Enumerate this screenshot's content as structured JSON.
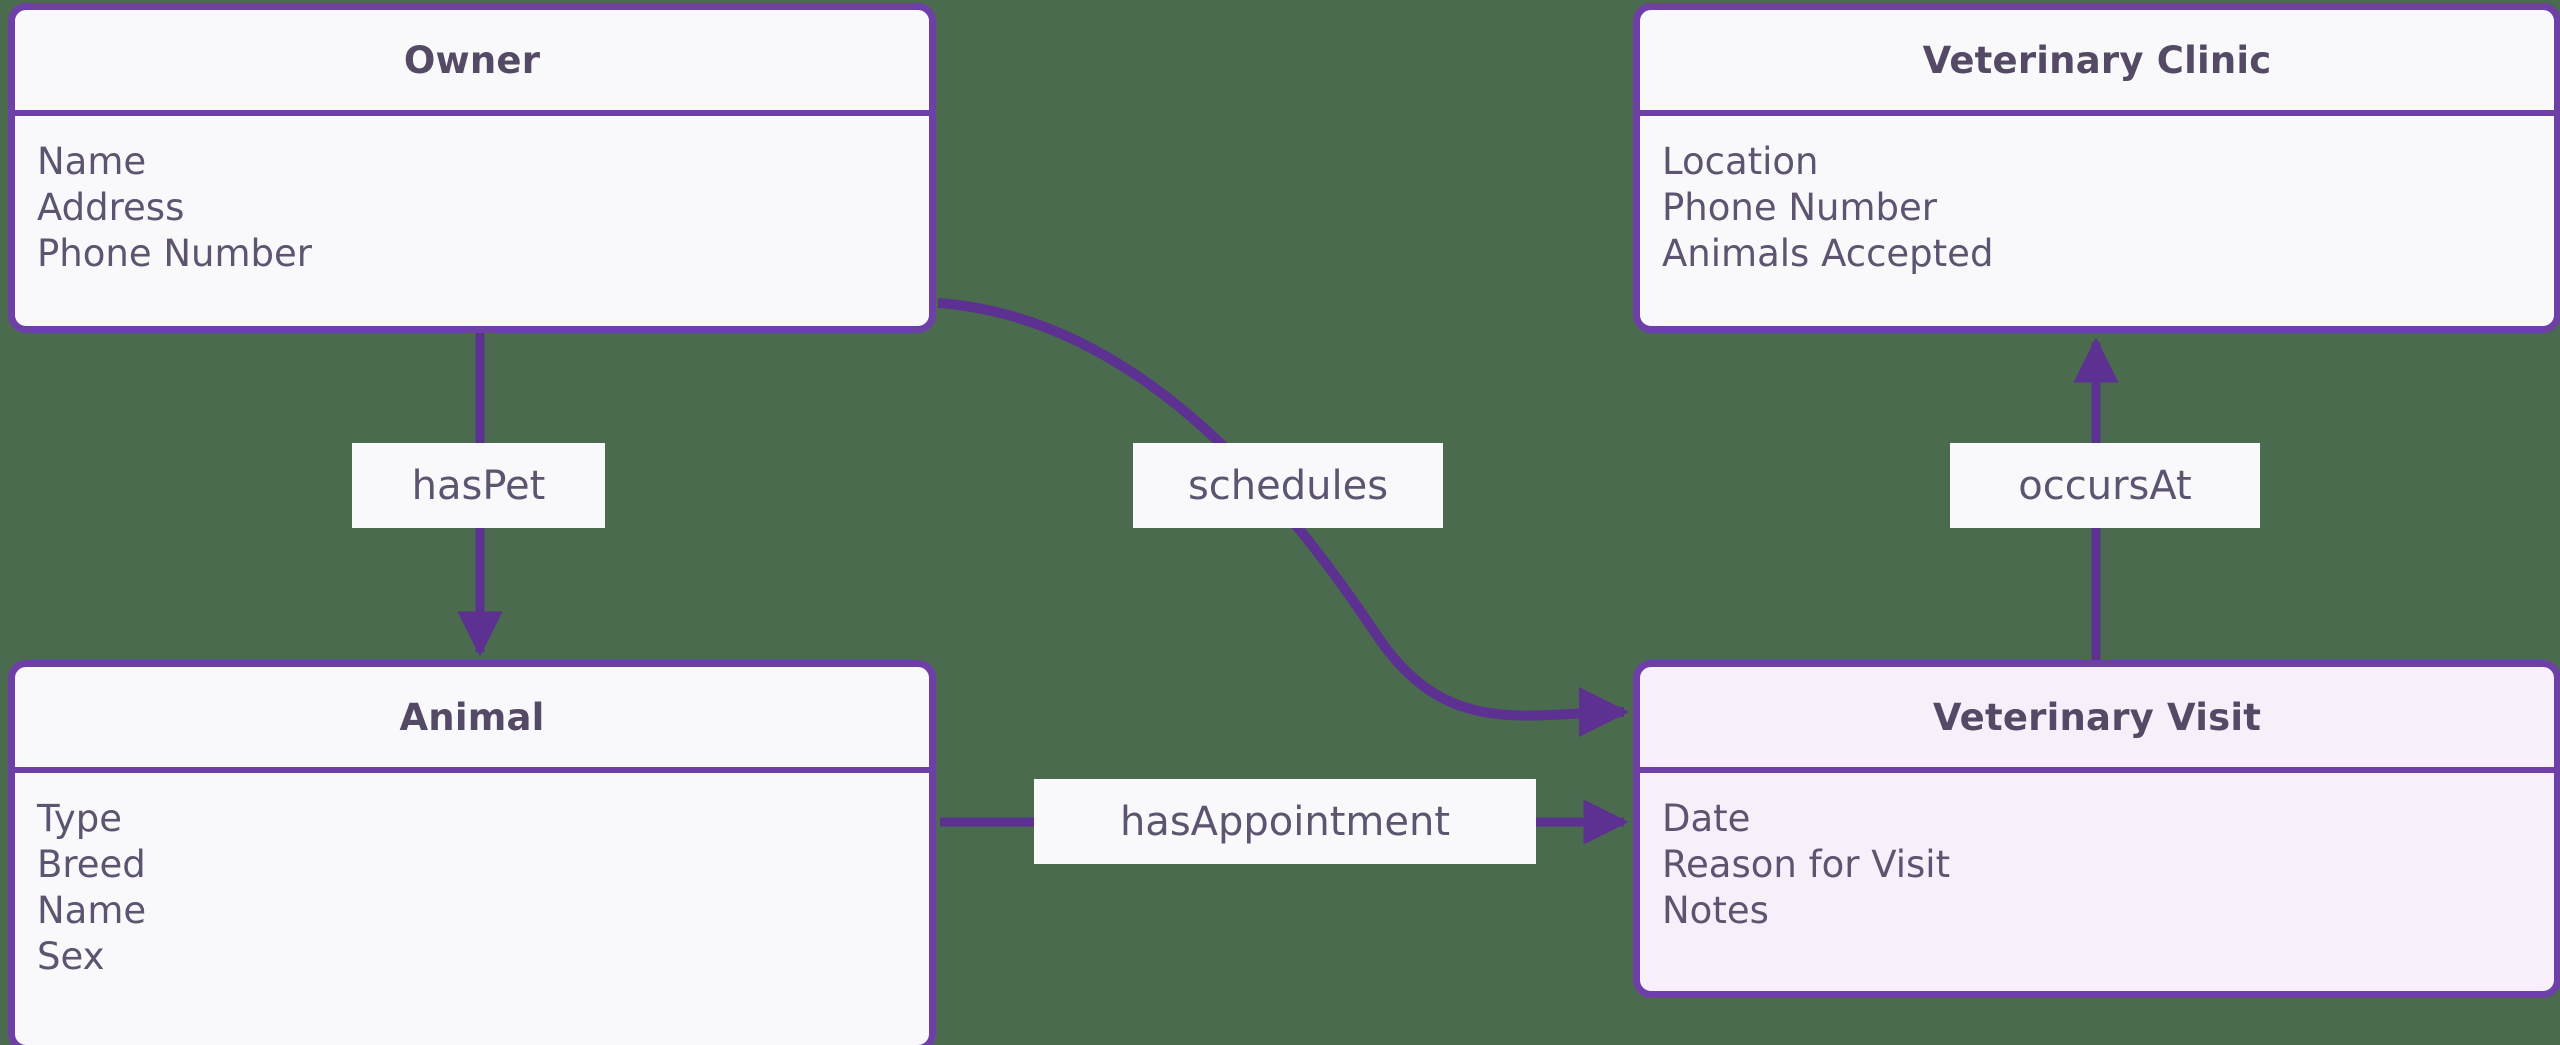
{
  "diagram": {
    "type": "entity-relationship-diagram",
    "background_color": "#4a6b4d",
    "accent_color": "#6f3fa8",
    "title_text_color": "#544a66",
    "attribute_text_color": "#5d5470",
    "entity_fill": "#f9f9fc",
    "highlight_entity_fill": "#f7f0fa"
  },
  "entities": [
    {
      "id": "owner",
      "title": "Owner",
      "attributes": [
        "Name",
        "Address",
        "Phone Number"
      ]
    },
    {
      "id": "veterinary-clinic",
      "title": "Veterinary Clinic",
      "attributes": [
        "Location",
        "Phone Number",
        "Animals Accepted"
      ]
    },
    {
      "id": "animal",
      "title": "Animal",
      "attributes": [
        "Type",
        "Breed",
        "Name",
        "Sex"
      ]
    },
    {
      "id": "veterinary-visit",
      "title": "Veterinary Visit",
      "attributes": [
        "Date",
        "Reason for Visit",
        "Notes"
      ]
    }
  ],
  "relationships": [
    {
      "id": "haspet",
      "label": "hasPet",
      "from": "Owner",
      "to": "Animal",
      "direction": "down"
    },
    {
      "id": "schedules",
      "label": "schedules",
      "from": "Owner",
      "to": "Veterinary Visit",
      "direction": "curve"
    },
    {
      "id": "occursat",
      "label": "occursAt",
      "from": "Veterinary Visit",
      "to": "Veterinary Clinic",
      "direction": "up"
    },
    {
      "id": "hasappointment",
      "label": "hasAppointment",
      "from": "Animal",
      "to": "Veterinary Visit",
      "direction": "right"
    }
  ]
}
